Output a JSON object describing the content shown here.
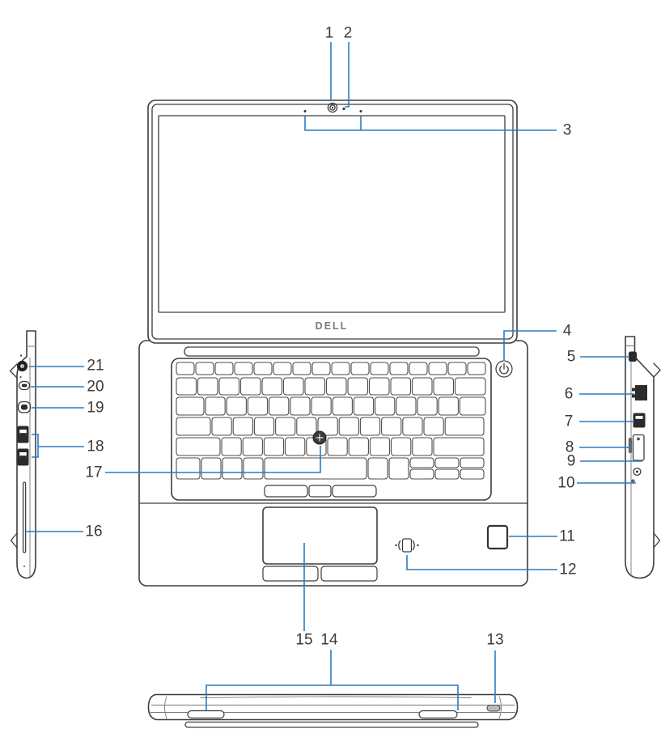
{
  "diagram": {
    "brand_logo": "DELL",
    "callouts": [
      {
        "label": "1"
      },
      {
        "label": "2"
      },
      {
        "label": "3"
      },
      {
        "label": "4"
      },
      {
        "label": "5"
      },
      {
        "label": "6"
      },
      {
        "label": "7"
      },
      {
        "label": "8"
      },
      {
        "label": "9"
      },
      {
        "label": "10"
      },
      {
        "label": "11"
      },
      {
        "label": "12"
      },
      {
        "label": "13"
      },
      {
        "label": "14"
      },
      {
        "label": "15"
      },
      {
        "label": "16"
      },
      {
        "label": "17"
      },
      {
        "label": "18"
      },
      {
        "label": "19"
      },
      {
        "label": "20"
      },
      {
        "label": "21"
      }
    ]
  },
  "colors": {
    "leader_line": "#2b7bc1",
    "outline": "#3d3d3d",
    "label_text": "#3b3b3b",
    "background": "#ffffff"
  }
}
